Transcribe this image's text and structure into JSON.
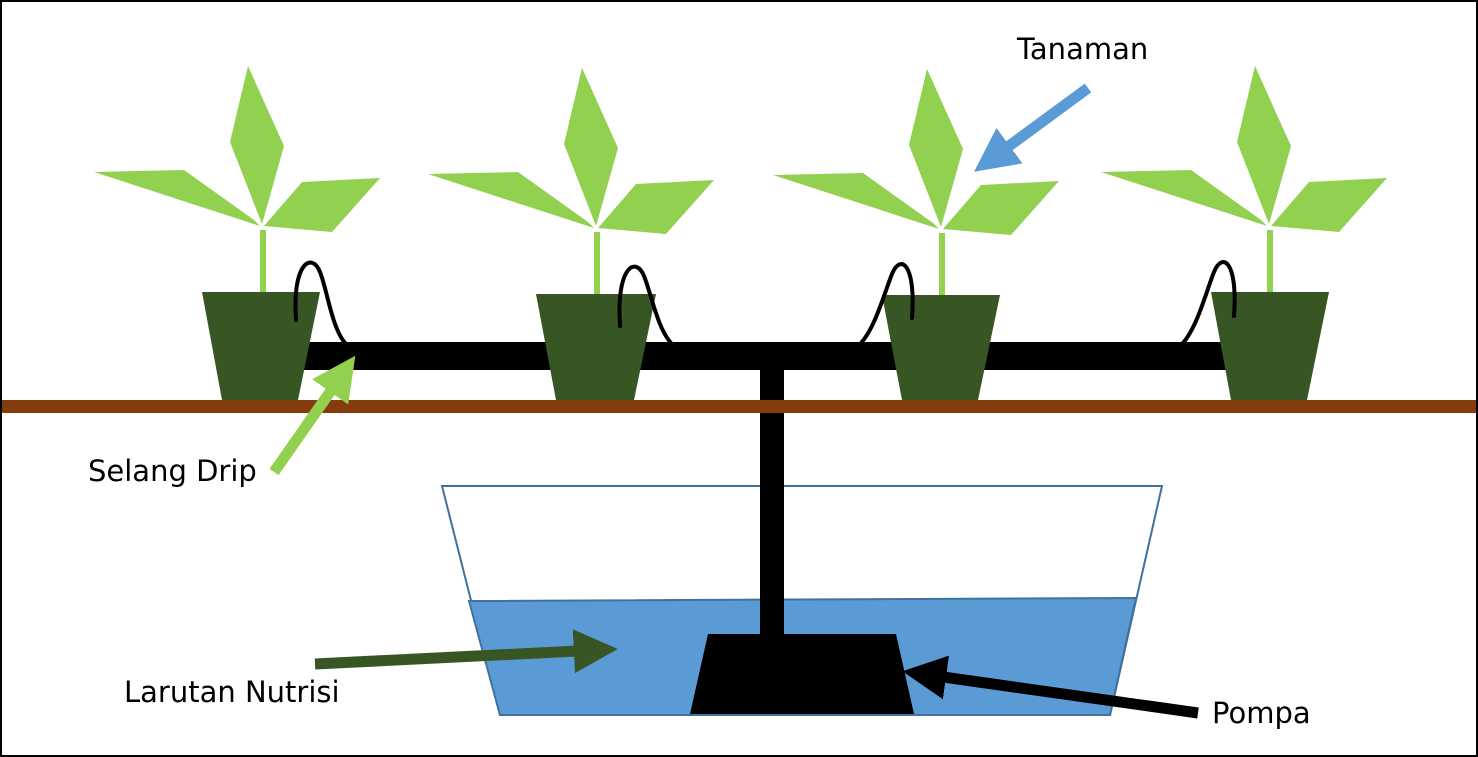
{
  "labels": {
    "plant": "Tanaman",
    "drip_hose": "Selang Drip",
    "nutrient_solution": "Larutan Nutrisi",
    "pump": "Pompa"
  },
  "colors": {
    "leaf": "#92d050",
    "pot": "#375623",
    "ground": "#843c0c",
    "pipe": "#000000",
    "water": "#5b9bd5",
    "reservoir_outline": "#41719c",
    "arrow_plant": "#5b9bd5",
    "arrow_hose": "#92d050",
    "arrow_solution": "#375623",
    "arrow_pump": "#000000"
  },
  "icons": {
    "plant": "plant-icon",
    "pot": "pot-icon",
    "reservoir": "reservoir-tank-icon",
    "pump": "pump-icon"
  }
}
